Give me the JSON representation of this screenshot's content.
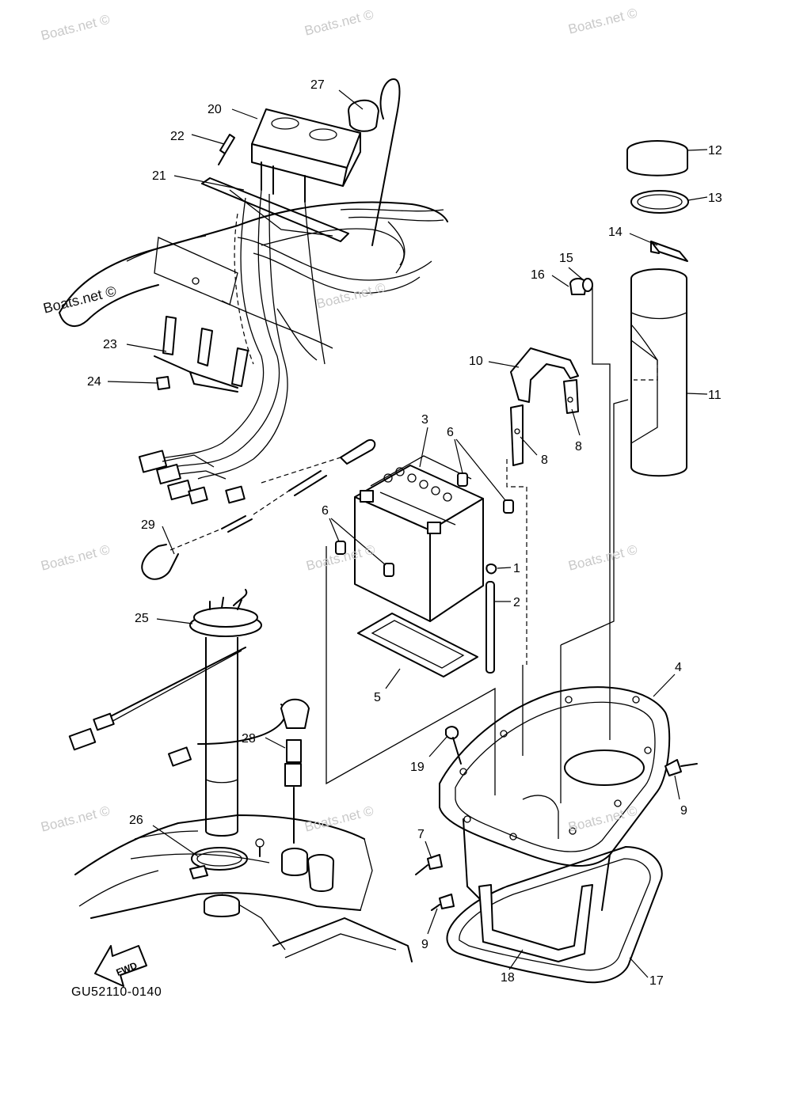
{
  "watermark": "Boats.net ©",
  "diagram_code": "GU52110-0140",
  "direction_label": "FWD",
  "part_numbers": [
    "1",
    "2",
    "3",
    "4",
    "5",
    "6",
    "6",
    "7",
    "8",
    "8",
    "9",
    "9",
    "10",
    "11",
    "12",
    "13",
    "14",
    "15",
    "16",
    "17",
    "18",
    "19",
    "20",
    "21",
    "22",
    "23",
    "24",
    "25",
    "26",
    "27",
    "28",
    "29"
  ]
}
